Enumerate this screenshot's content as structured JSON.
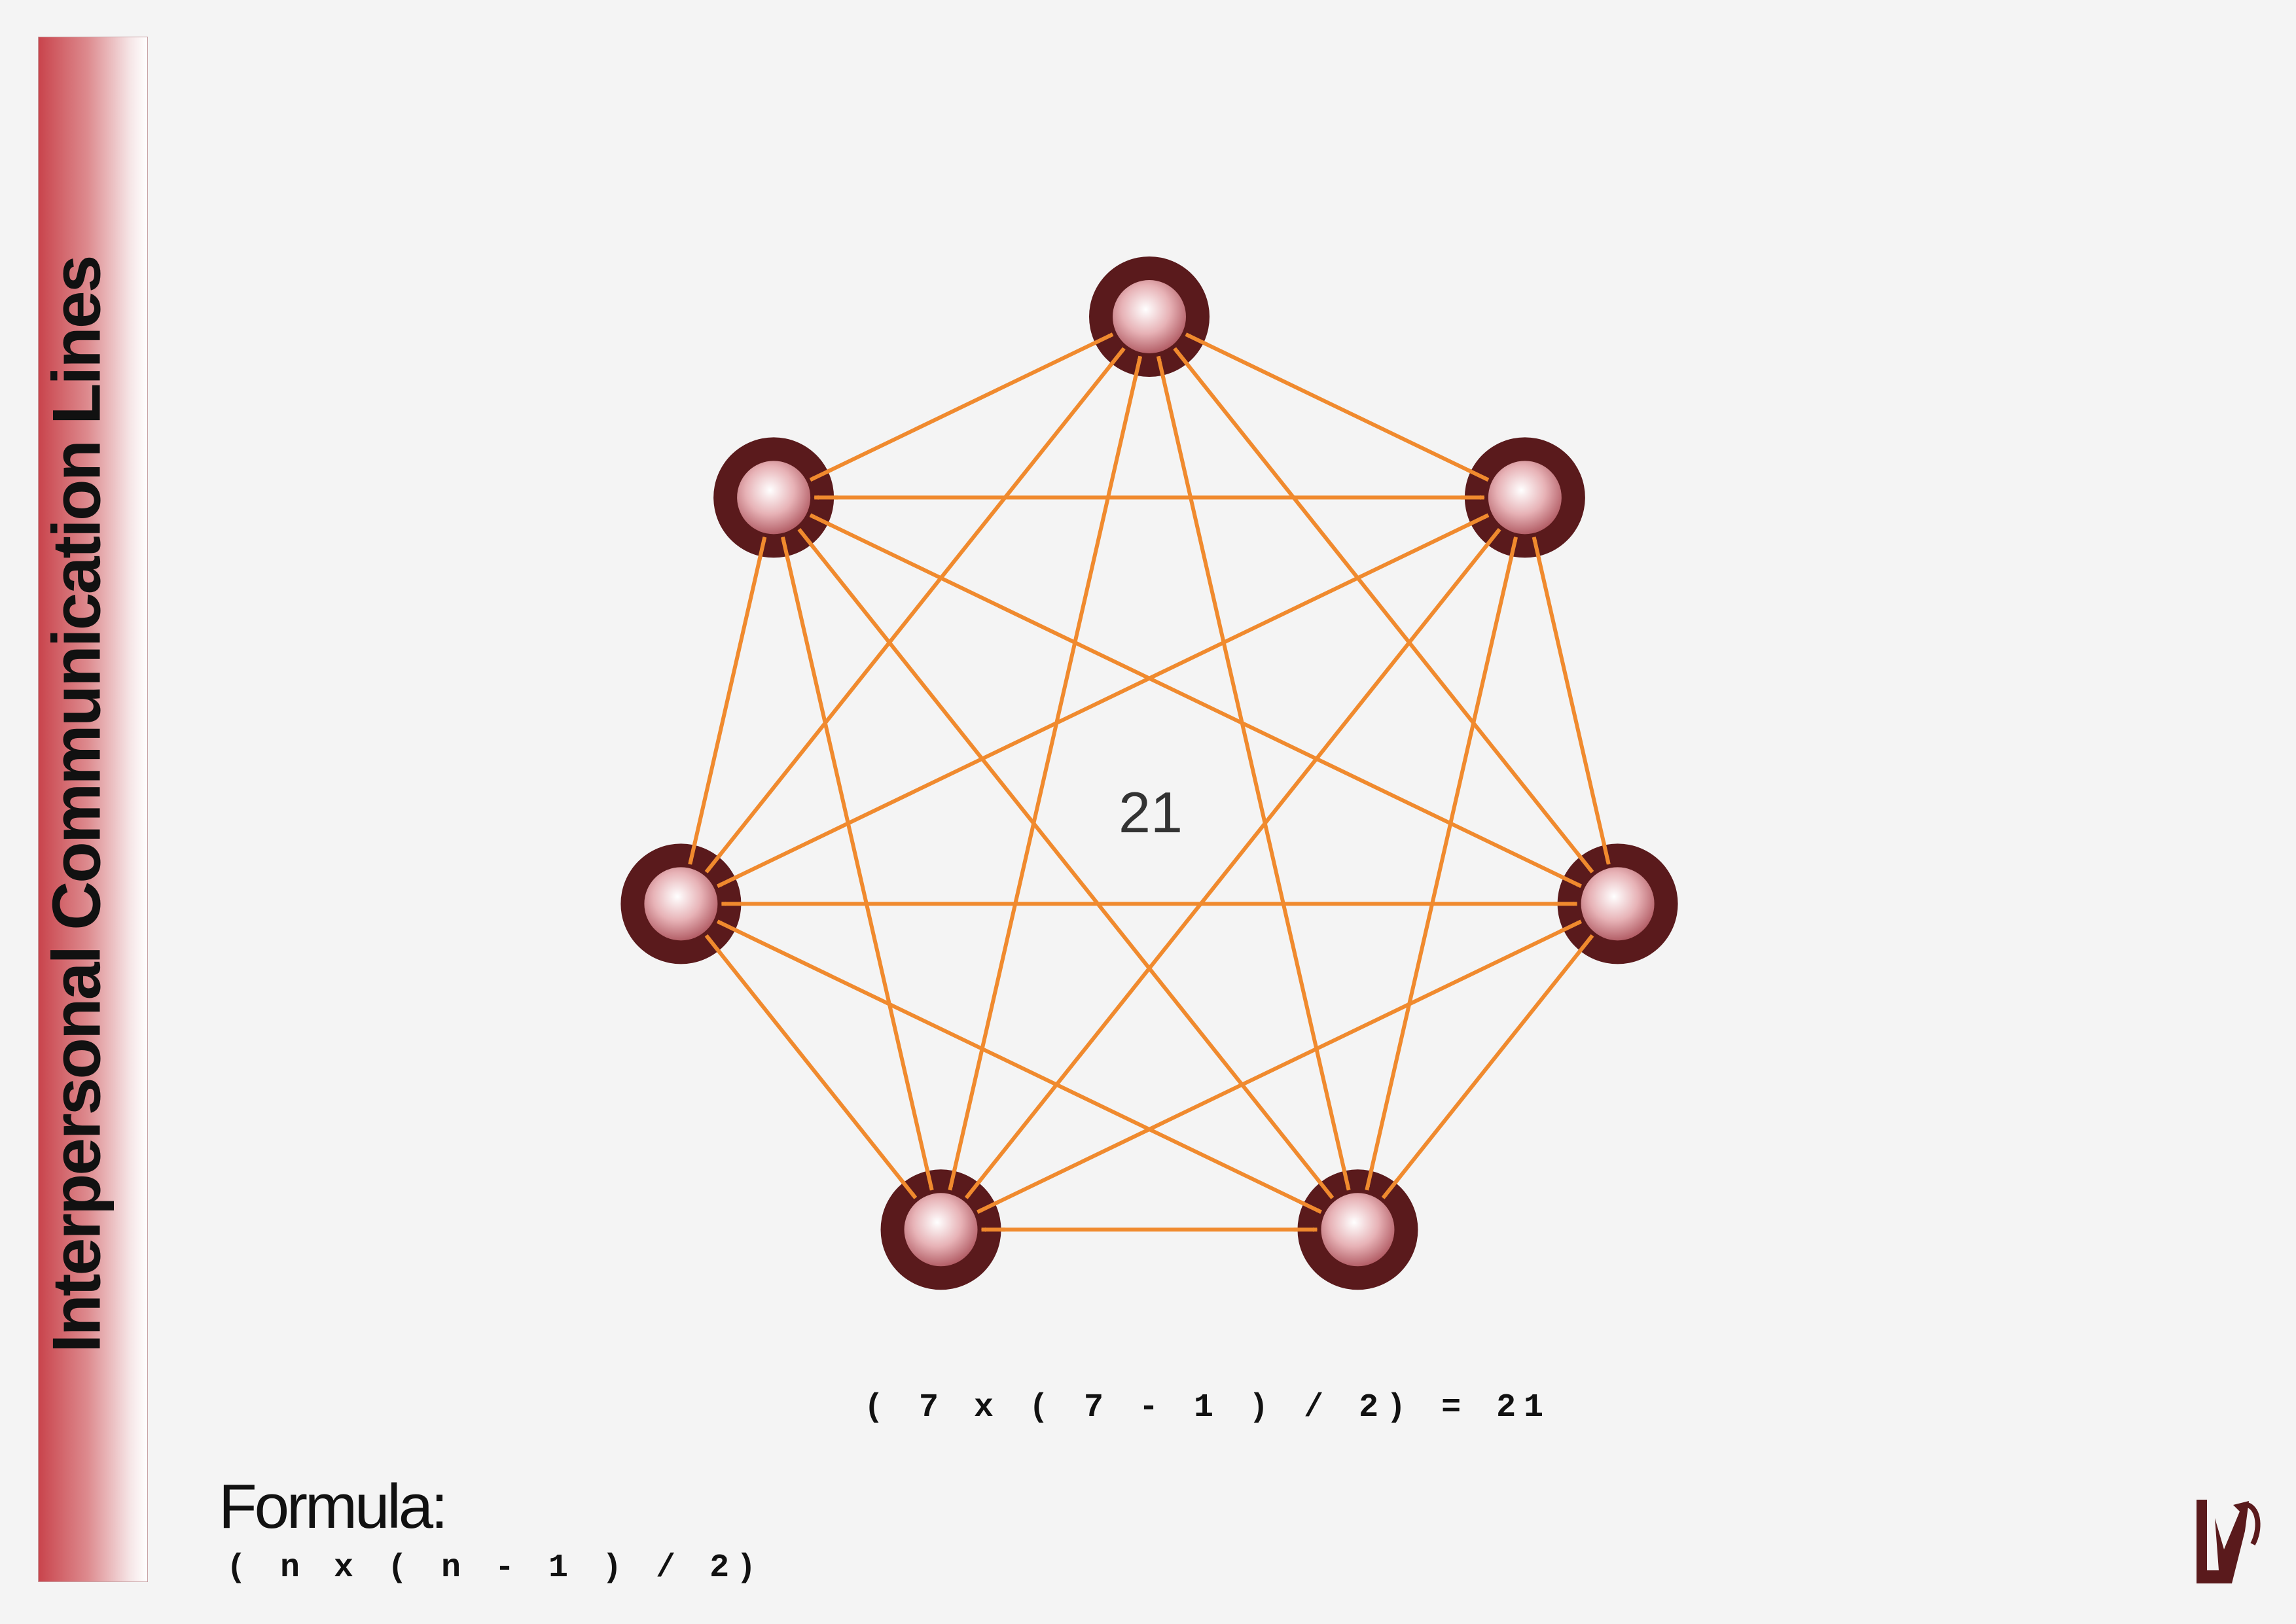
{
  "title": "Interpersonal Communication Lines",
  "diagram": {
    "nodes": [
      "node-1",
      "node-2",
      "node-3",
      "node-4",
      "node-5",
      "node-6",
      "node-7"
    ],
    "total_lines": "21",
    "colors": {
      "line": "#f08a2e",
      "node_ring": "#5a1a1c",
      "node_inner": "#e7b2b6",
      "node_highlight": "#ffffff"
    }
  },
  "example_formula": "( 7 x ( 7 - 1 ) / 2) = 21",
  "formula_label": "Formula:",
  "formula": "( n x ( n - 1 ) / 2)",
  "logo": {
    "icon": "lv-logo-icon",
    "color": "#5a1a1c"
  }
}
